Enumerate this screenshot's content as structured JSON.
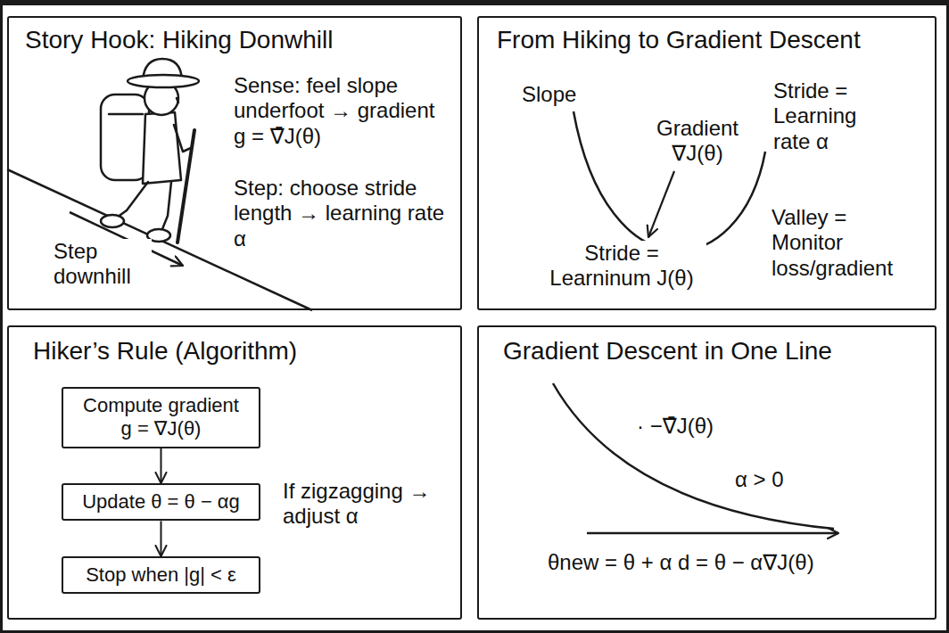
{
  "diagram": {
    "nodes": [
      {
        "text": [
          "Story Hook: Hiking Donwhill",
          "Sense: feel slope underfoot → gradient g = ∇̄J(θ)",
          "Step: choose stride length → learning rate α",
          "Step downhill"
        ]
      },
      {
        "text": [
          "From Hiking to Gradient Descent",
          "Slope",
          "Gradient ∇J(θ)",
          "Stride = Learning rate α",
          "Stride = Learninum J(θ)",
          "Valley = Monitor loss/gradient"
        ]
      },
      {
        "text": [
          "Hiker’s Rule (Algorithm)",
          "If zigzagging → adjust α"
        ]
      },
      {
        "text": [
          "Compute gradient g = ∇̄J(θ)"
        ],
        "in": 2
      },
      {
        "text": [
          "Update θ = θ − αg"
        ],
        "in": 2
      },
      {
        "text": [
          "Stop when |g| < ε"
        ],
        "in": 2
      },
      {
        "text": [
          "Gradient Descent in One Line",
          "· −∇̄J(θ)",
          "α > 0",
          "θnew = θ + α d = θ − α∇J(θ)"
        ]
      }
    ],
    "edges": [
      {
        "from": 3,
        "to": 4,
        "arrow": "to"
      },
      {
        "from": 4,
        "to": 5,
        "arrow": "to"
      }
    ]
  }
}
